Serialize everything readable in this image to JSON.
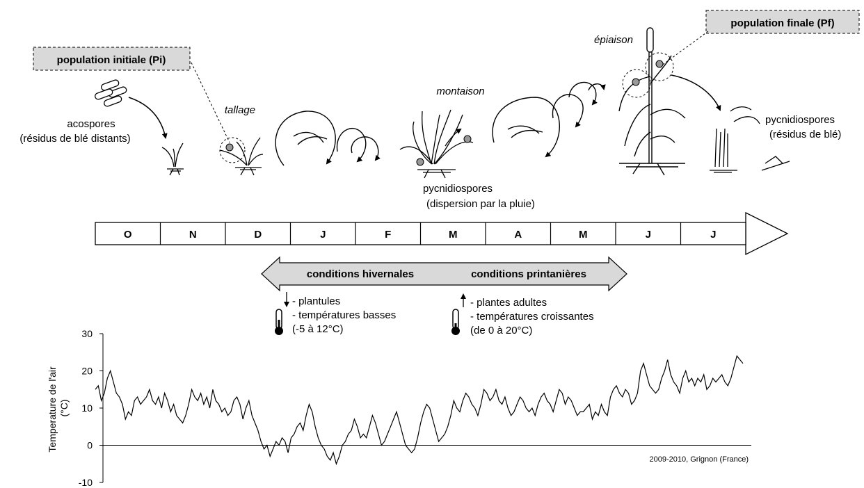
{
  "diagram": {
    "box_initial": "population initiale (Pi)",
    "box_final": "population finale (Pf)",
    "acospores": "acospores",
    "residus_distants": "(résidus de blé distants)",
    "tallage": "tallage",
    "montaison": "montaison",
    "epiaison": "épiaison",
    "pycnidiospores_rain_1": "pycnidiospores",
    "pycnidiospores_rain_2": "(dispersion par la pluie)",
    "pycnidiospores_res_1": "pycnidiospores",
    "pycnidiospores_res_2": "(résidus de blé)",
    "months": [
      "O",
      "N",
      "D",
      "J",
      "F",
      "M",
      "A",
      "M",
      "J",
      "J"
    ],
    "cond_winter": "conditions hivernales",
    "cond_spring": "conditions printanières",
    "winter_l1": "- plantules",
    "winter_l2": "- températures basses",
    "winter_l3": "(-5 à 12°C)",
    "spring_l1": "- plantes adultes",
    "spring_l2": "- températures croissantes",
    "spring_l3": "(de 0 à 20°C)"
  },
  "chart_data": {
    "type": "line",
    "ylabel": "Temperature de l'air (°C)",
    "ylim": [
      -10,
      30
    ],
    "yticks": [
      "30",
      "20",
      "10",
      "0",
      "-10"
    ],
    "annotation": "2009-2010, Grignon (France)",
    "x_start": "Oct 2009",
    "x_end": "Jul 2010",
    "series": [
      {
        "values": [
          15,
          16,
          12,
          14,
          18,
          20,
          17,
          14,
          13,
          11,
          7,
          9,
          8,
          12,
          13,
          11,
          12,
          13,
          15,
          12,
          11,
          13,
          10,
          14,
          12,
          9,
          11,
          8,
          7,
          6,
          8,
          11,
          15,
          13,
          12,
          14,
          11,
          13,
          10,
          15,
          12,
          11,
          9,
          10,
          8,
          9,
          12,
          13,
          11,
          7,
          10,
          12,
          8,
          6,
          4,
          1,
          -1,
          0,
          -3,
          -1,
          1,
          0,
          2,
          1,
          -2,
          2,
          3,
          5,
          6,
          4,
          8,
          11,
          9,
          5,
          2,
          0,
          -1,
          -3,
          -4,
          -2,
          -5,
          -3,
          0,
          1,
          3,
          4,
          7,
          5,
          2,
          3,
          2,
          5,
          8,
          6,
          3,
          0,
          1,
          3,
          5,
          7,
          9,
          6,
          3,
          0,
          -1,
          -2,
          -1,
          2,
          6,
          9,
          11,
          10,
          7,
          4,
          1,
          2,
          3,
          5,
          8,
          12,
          10,
          9,
          12,
          14,
          13,
          11,
          10,
          8,
          11,
          15,
          14,
          12,
          13,
          15,
          12,
          11,
          13,
          10,
          8,
          9,
          11,
          13,
          12,
          10,
          9,
          10,
          8,
          11,
          13,
          14,
          12,
          11,
          9,
          12,
          15,
          14,
          11,
          13,
          12,
          10,
          8,
          9,
          9,
          10,
          11,
          7,
          9,
          8,
          11,
          9,
          8,
          13,
          15,
          16,
          14,
          13,
          15,
          14,
          11,
          12,
          14,
          20,
          22,
          19,
          16,
          15,
          14,
          15,
          18,
          20,
          23,
          19,
          17,
          16,
          14,
          18,
          20,
          17,
          18,
          16,
          18,
          17,
          19,
          15,
          16,
          18,
          17,
          18,
          19,
          17,
          16,
          18,
          21,
          24,
          23,
          22
        ]
      }
    ]
  }
}
